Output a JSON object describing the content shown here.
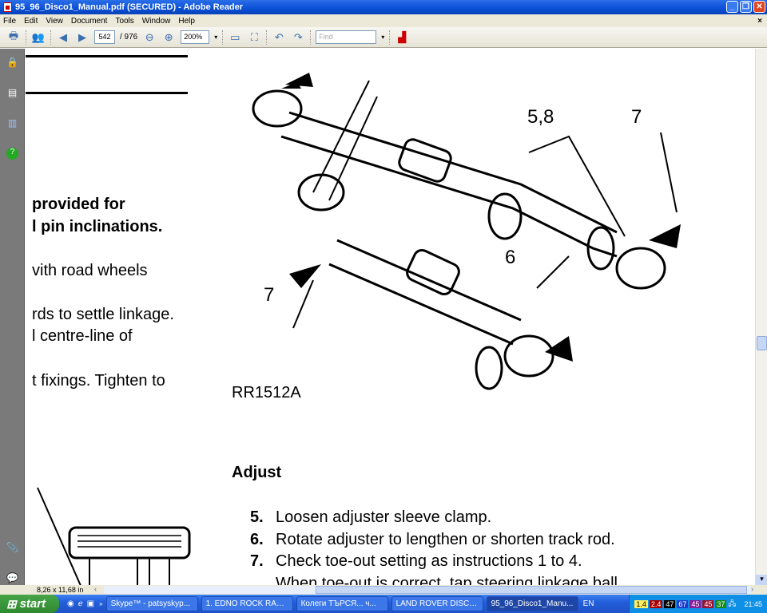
{
  "window": {
    "title": "95_96_Disco1_Manual.pdf (SECURED) - Adobe Reader"
  },
  "menu": [
    "File",
    "Edit",
    "View",
    "Document",
    "Tools",
    "Window",
    "Help"
  ],
  "toolbar": {
    "page_current": "542",
    "page_total": "/ 976",
    "zoom": "200%",
    "find_placeholder": "Find"
  },
  "left_text": [
    "provided for",
    "l pin inclinations.",
    "vith road wheels",
    "rds to settle linkage.",
    "l centre-line of",
    "t fixings.  Tighten to"
  ],
  "figure": {
    "id": "RR1512A",
    "callouts": [
      "5,8",
      "7",
      "6",
      "7"
    ]
  },
  "section": {
    "heading": "Adjust",
    "steps": [
      {
        "num": "5.",
        "text": "Loosen adjuster sleeve clamp."
      },
      {
        "num": "6.",
        "text": "Rotate adjuster to lengthen or shorten track rod."
      },
      {
        "num": "7.",
        "text": "Check toe-out setting as instructions 1 to 4."
      },
      {
        "num": "",
        "text": "When toe-out is correct, tap steering linkage ball"
      }
    ]
  },
  "status": {
    "page_size": "8,26 x 11,68 in"
  },
  "taskbar": {
    "start": "start",
    "tasks": [
      "Skype™ - patsyskyp...",
      "1. EDNO ROCK RAD...",
      "Колеги ТЪРСЯ... ч...",
      "LAND ROVER DISCO...",
      "95_96_Disco1_Manu..."
    ],
    "lang": "EN",
    "tray_values": [
      "1.4",
      "2.4",
      "47",
      "67",
      "45",
      "45",
      "37"
    ],
    "clock": "21:45"
  }
}
